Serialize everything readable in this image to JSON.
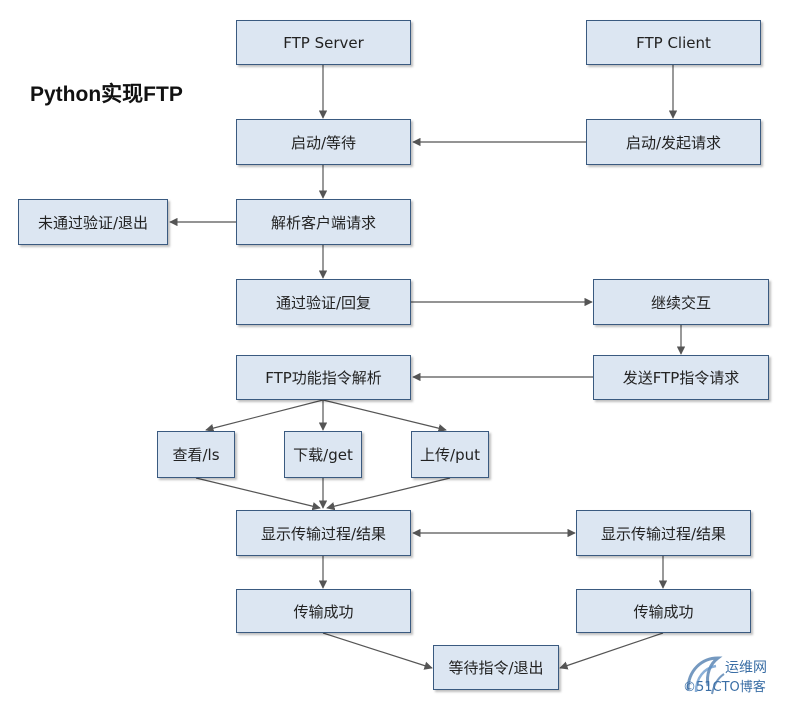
{
  "title": "Python实现FTP",
  "nodes": {
    "ftp_server": "FTP  Server",
    "ftp_client": "FTP  Client",
    "server_start": "启动/等待",
    "client_start": "启动/发起请求",
    "parse_request": "解析客户端请求",
    "auth_fail": "未通过验证/退出",
    "auth_pass": "通过验证/回复",
    "continue": "继续交互",
    "send_cmd": "发送FTP指令请求",
    "cmd_parse": "FTP功能指令解析",
    "ls": "查看/ls",
    "get": "下载/get",
    "put": "上传/put",
    "show_progress_server": "显示传输过程/结果",
    "show_progress_client": "显示传输过程/结果",
    "success_server": "传输成功",
    "success_client": "传输成功",
    "wait_exit": "等待指令/退出"
  },
  "watermark": {
    "site": "运维网",
    "text": "©51CTO博客"
  },
  "colors": {
    "box_fill": "#dce6f2",
    "box_border": "#3a5a80",
    "arrow": "#555555"
  }
}
